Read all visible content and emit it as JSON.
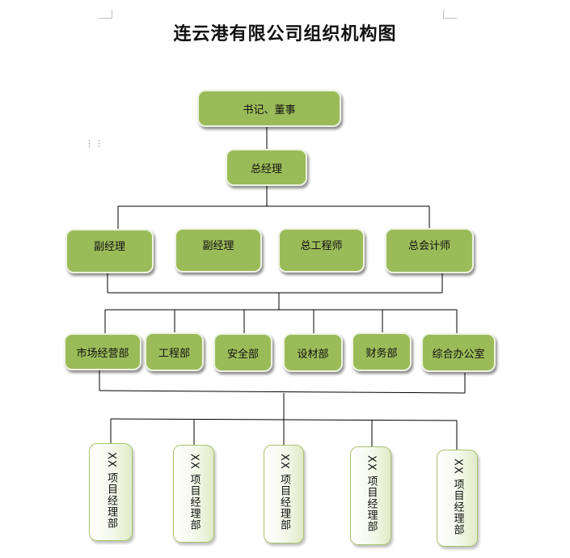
{
  "title": "连云港有限公司组织机构图",
  "level1": "书记、董事",
  "level2": "总经理",
  "level3": [
    "副经理",
    "副经理",
    "总工程师",
    "总会计师"
  ],
  "level4": [
    "市场经营部",
    "工程部",
    "安全部",
    "设材部",
    "财务部",
    "综合办公室"
  ],
  "level5": [
    "XX 项目经理部",
    "XX 项目经理部",
    "XX 项目经理部",
    "XX 项目经理部",
    "XX 项目经理部"
  ],
  "colors": {
    "box_fill": "#9bbb59",
    "line": "#000000"
  }
}
